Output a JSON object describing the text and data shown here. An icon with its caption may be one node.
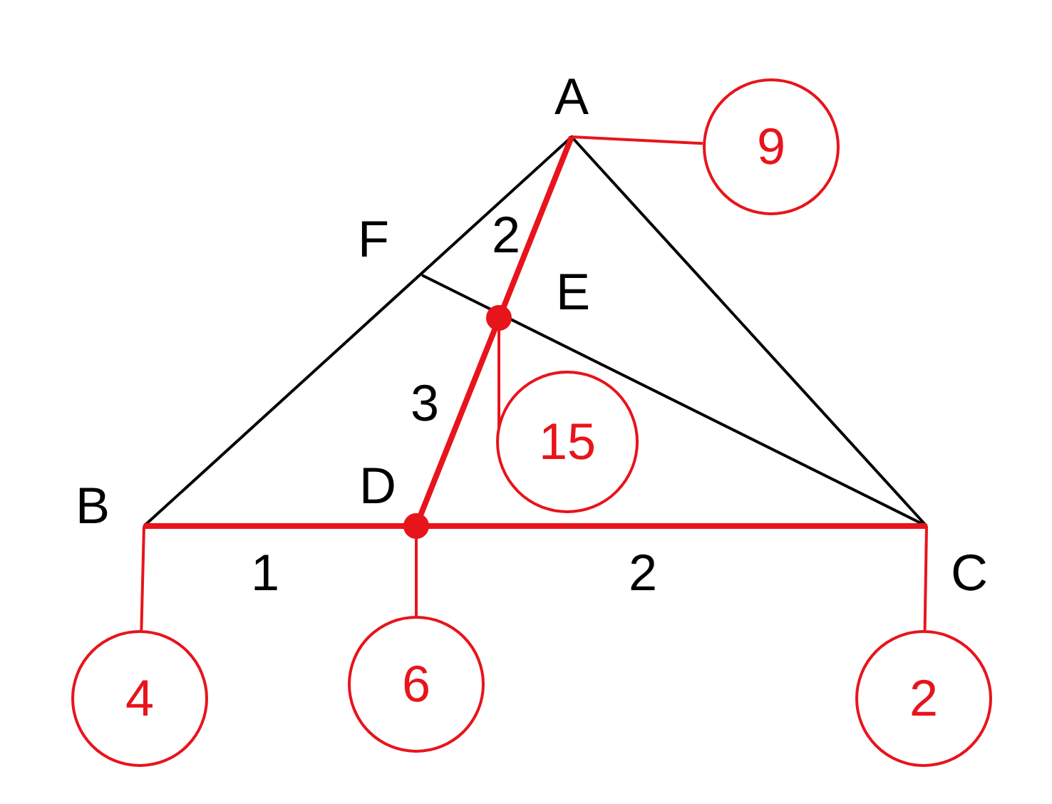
{
  "diagram": {
    "nodes": [
      {
        "text": [
          "9"
        ]
      },
      {
        "text": [
          "15"
        ]
      },
      {
        "text": [
          "4"
        ]
      },
      {
        "text": [
          "6"
        ]
      },
      {
        "text": [
          "2"
        ]
      }
    ],
    "edges": [
      {
        "from": 0,
        "to": null,
        "arrow": "none"
      },
      {
        "from": 1,
        "to": null,
        "arrow": "other"
      },
      {
        "from": 2,
        "to": null,
        "arrow": "none"
      },
      {
        "from": 3,
        "to": null,
        "arrow": "other"
      },
      {
        "from": 4,
        "to": null,
        "arrow": "none"
      }
    ],
    "labels": [
      "A",
      "F",
      "2",
      "E",
      "3",
      "B",
      "D",
      "1",
      "2",
      "C"
    ]
  }
}
